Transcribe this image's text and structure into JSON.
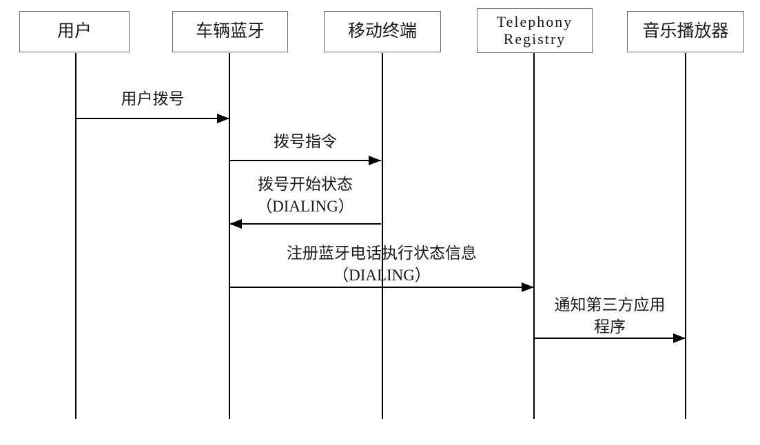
{
  "diagram": {
    "type": "sequence-diagram",
    "background": "#ffffff",
    "colors": {
      "lifeline": "#000000",
      "arrow": "#000000",
      "box_border": "#6b6b6b",
      "text": "#1a1a1a"
    },
    "actors": [
      {
        "id": "user",
        "label_lines": [
          "用户"
        ]
      },
      {
        "id": "vehicle-bluetooth",
        "label_lines": [
          "车辆蓝牙"
        ]
      },
      {
        "id": "mobile-terminal",
        "label_lines": [
          "移动终端"
        ]
      },
      {
        "id": "telephony-registry",
        "label_lines": [
          "Telephony",
          "Registry"
        ]
      },
      {
        "id": "music-player",
        "label_lines": [
          "音乐播放器"
        ]
      }
    ],
    "messages": [
      {
        "from": "用户",
        "to": "车辆蓝牙",
        "direction": "right",
        "label_lines": [
          "用户拨号"
        ]
      },
      {
        "from": "车辆蓝牙",
        "to": "移动终端",
        "direction": "right",
        "label_lines": [
          "拨号指令"
        ]
      },
      {
        "from": "移动终端",
        "to": "车辆蓝牙",
        "direction": "left",
        "label_lines": [
          "拨号开始状态",
          "（DIALING）"
        ]
      },
      {
        "from": "车辆蓝牙",
        "to": "Telephony Registry",
        "direction": "right",
        "label_lines": [
          "注册蓝牙电话执行状态信息",
          "（DIALING）"
        ]
      },
      {
        "from": "Telephony Registry",
        "to": "音乐播放器",
        "direction": "right",
        "label_lines": [
          "通知第三方应用",
          "程序"
        ]
      }
    ]
  }
}
